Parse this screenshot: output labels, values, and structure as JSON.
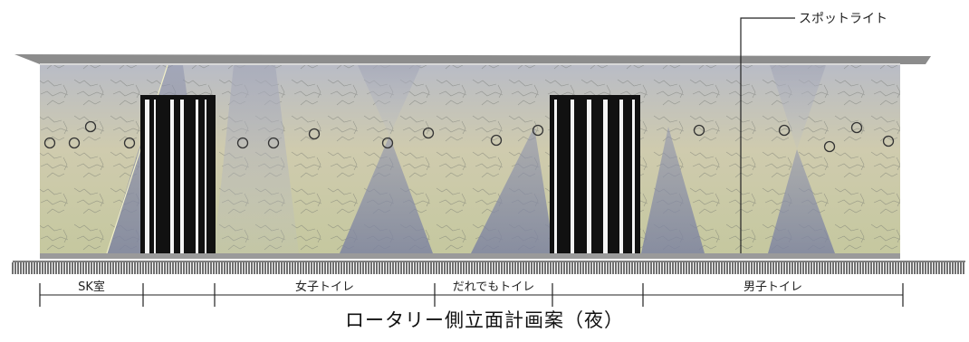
{
  "title": "ロータリー側立面計画案（夜）",
  "spotlight_label": "スポットライト",
  "segments": [
    {
      "label": "SK室"
    },
    {
      "label": ""
    },
    {
      "label": "女子トイレ"
    },
    {
      "label": "だれでもトイレ"
    },
    {
      "label": ""
    },
    {
      "label": "男子トイレ"
    }
  ],
  "colors": {
    "wall_top": "#b9bcc6",
    "wall_mid": "#cfcbae",
    "wall_bottom": "#c7c9a1",
    "spot_cone": "#8e93ad",
    "door": "#111111",
    "roof": "#8c8c8c",
    "ground": "#333333"
  }
}
